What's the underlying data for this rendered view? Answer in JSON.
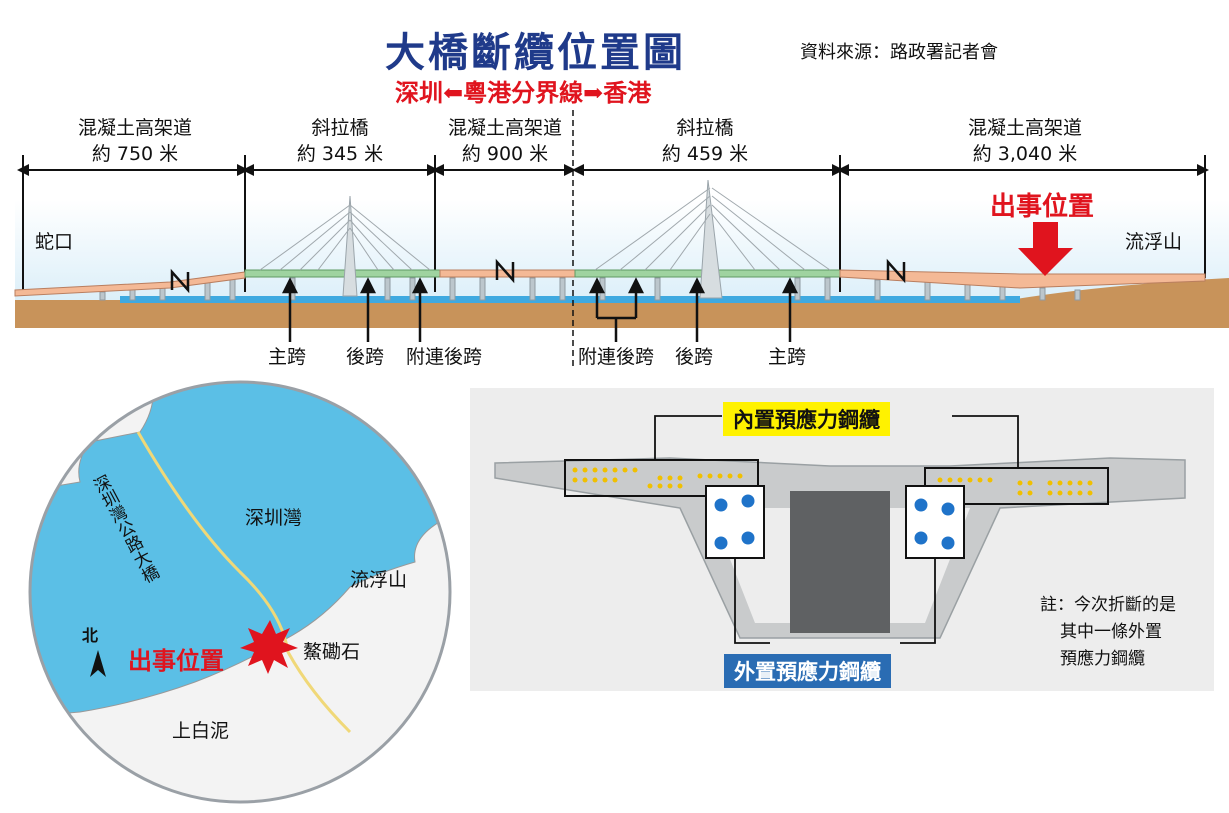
{
  "header": {
    "title": "大橋斷纜位置圖",
    "source": "資料來源：路政署記者會",
    "left_city": "深圳",
    "divider": "粵港分界線",
    "right_city": "香港"
  },
  "segments": [
    {
      "type": "混凝土高架道",
      "length": "約 750 米"
    },
    {
      "type": "斜拉橋",
      "length": "約 345 米"
    },
    {
      "type": "混凝土高架道",
      "length": "約 900 米"
    },
    {
      "type": "斜拉橋",
      "length": "約 459 米"
    },
    {
      "type": "混凝土高架道",
      "length": "約 3,040 米"
    }
  ],
  "places": {
    "left_end": "蛇口",
    "right_end": "流浮山",
    "incident": "出事位置"
  },
  "span_labels": [
    "主跨",
    "後跨",
    "附連後跨",
    "附連後跨",
    "後跨",
    "主跨"
  ],
  "map": {
    "bay": "深圳灣",
    "bridge": "深圳灣公路大橋",
    "lau_fau_shan": "流浮山",
    "ngau_hom_shek": "鰲磡石",
    "sheung_pak_nai": "上白泥",
    "north": "北",
    "incident": "出事位置"
  },
  "section": {
    "internal_tag": "內置預應力鋼纜",
    "external_tag": "外置預應力鋼纜",
    "note_lines": [
      "註：今次折斷的是",
      "其中一條外置",
      "預應力鋼纜"
    ]
  },
  "colors": {
    "title": "#1f3a8a",
    "red": "#e0141e",
    "water": "#5bbfe6",
    "ground": "#c8935a",
    "concrete_deck": "#f4b996",
    "cable_stay_deck": "#9fd3a0",
    "tag_yellow": "#fff200",
    "tag_blue": "#2a6cb3"
  }
}
